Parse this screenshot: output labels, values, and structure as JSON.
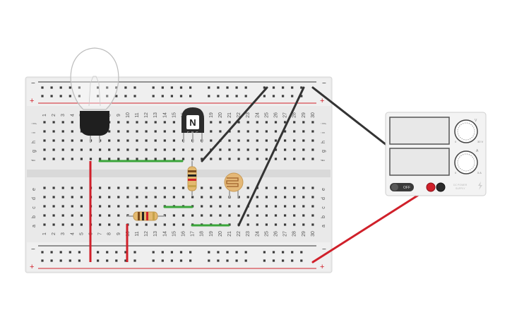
{
  "breadboard": {
    "columns": [
      "1",
      "2",
      "3",
      "4",
      "5",
      "6",
      "7",
      "8",
      "9",
      "10",
      "11",
      "12",
      "13",
      "14",
      "15",
      "16",
      "17",
      "18",
      "19",
      "20",
      "21",
      "22",
      "23",
      "24",
      "25",
      "26",
      "27",
      "28",
      "29",
      "30"
    ],
    "rows_top": [
      "j",
      "i",
      "h",
      "g",
      "f"
    ],
    "rows_bottom": [
      "e",
      "d",
      "c",
      "b",
      "a"
    ],
    "rail_minus": "−",
    "rail_plus": "+"
  },
  "components": {
    "transistor": {
      "label": "N",
      "pins": [
        "E",
        "B",
        "C"
      ]
    },
    "lamp": {},
    "photoresistor": {},
    "resistors": [
      {},
      {}
    ]
  },
  "power_supply": {
    "voltage_unit": "V",
    "current_unit": "A",
    "voltage_max": "30 V",
    "current_max": "5 A",
    "voltage_min": "0",
    "current_min": "0",
    "switch_label": "OFF",
    "brand_line1": "DC POWER",
    "brand_line2": "SUPPLY"
  },
  "colors": {
    "board": "#ececec",
    "rail_red": "#d0202a",
    "wire_green": "#3aa53a",
    "wire_black": "#333333",
    "wire_red": "#d0202a"
  }
}
